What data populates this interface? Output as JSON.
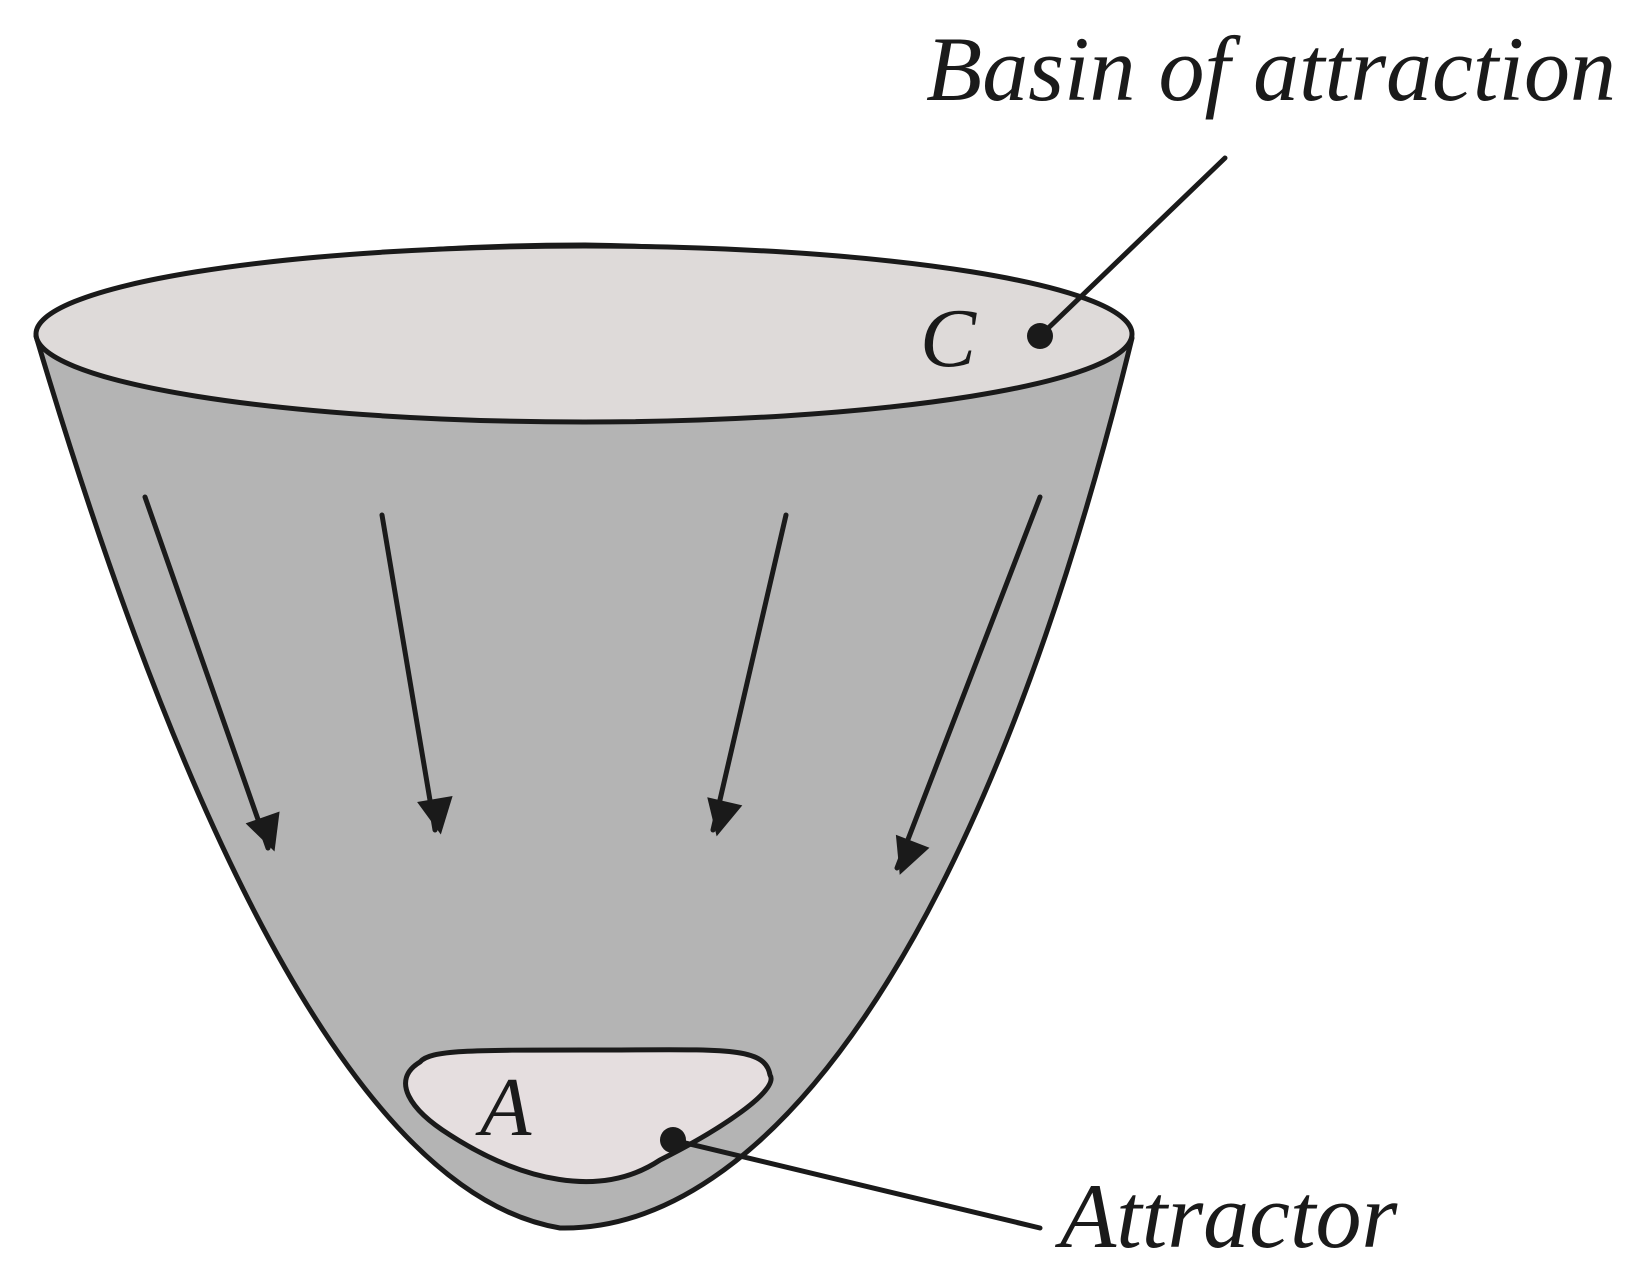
{
  "labels": {
    "basin": "Basin of attraction",
    "attractor": "Attractor",
    "point_c": "C",
    "point_a": "A"
  },
  "colors": {
    "bowl_side": "#b4b4b4",
    "bowl_rim": "#dedad9",
    "attractor_region": "#e5dedf",
    "ink": "#1a1a1a"
  }
}
